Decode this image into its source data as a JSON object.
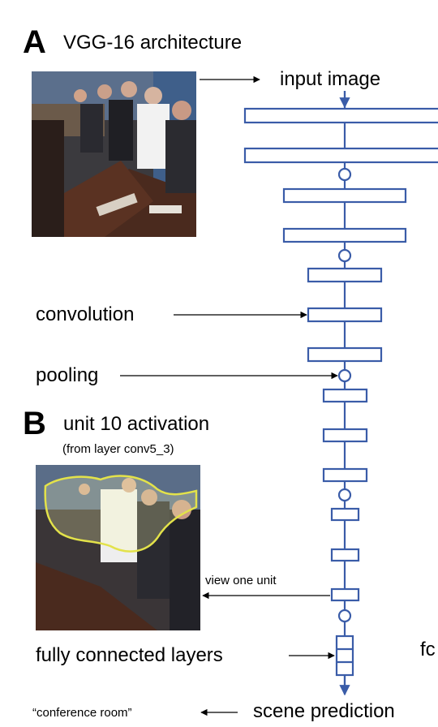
{
  "panel_a": {
    "letter": "A",
    "title": "VGG-16 architecture"
  },
  "panel_b": {
    "letter": "B",
    "title": "unit 10 activation",
    "subtitle": "(from layer conv5_3)"
  },
  "labels": {
    "input_image": "input image",
    "convolution": "convolution",
    "pooling": "pooling",
    "view_one_unit": "view one unit",
    "fully_connected": "fully connected layers",
    "scene_prediction": "scene prediction",
    "output_class": "“conference room”",
    "cut_text": "fc"
  },
  "colors": {
    "network": "#3a5ca8",
    "arrow": "#000000",
    "heatmap_outline": "#e3e24a"
  }
}
